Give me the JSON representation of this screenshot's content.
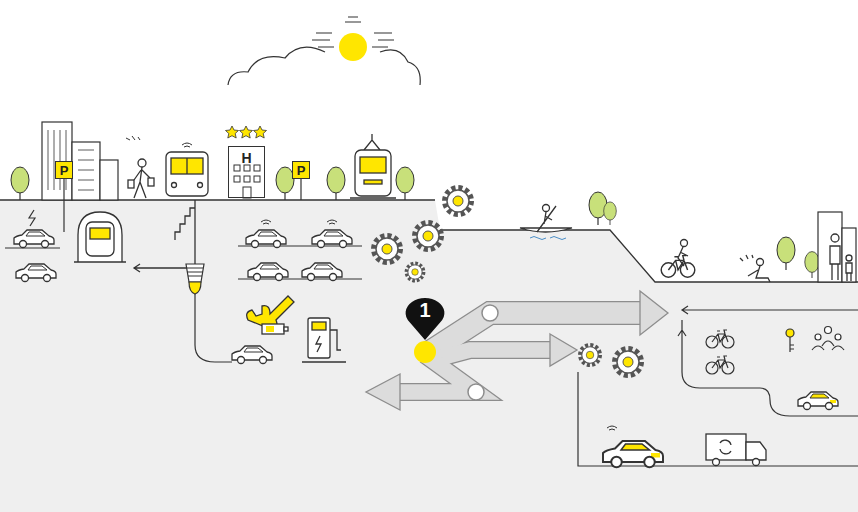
{
  "diagram": {
    "nodes": [
      {
        "text": [
          "P"
        ]
      },
      {
        "text": [
          "H"
        ]
      },
      {
        "text": [
          "P"
        ]
      },
      {
        "text": [
          "1"
        ]
      }
    ]
  }
}
